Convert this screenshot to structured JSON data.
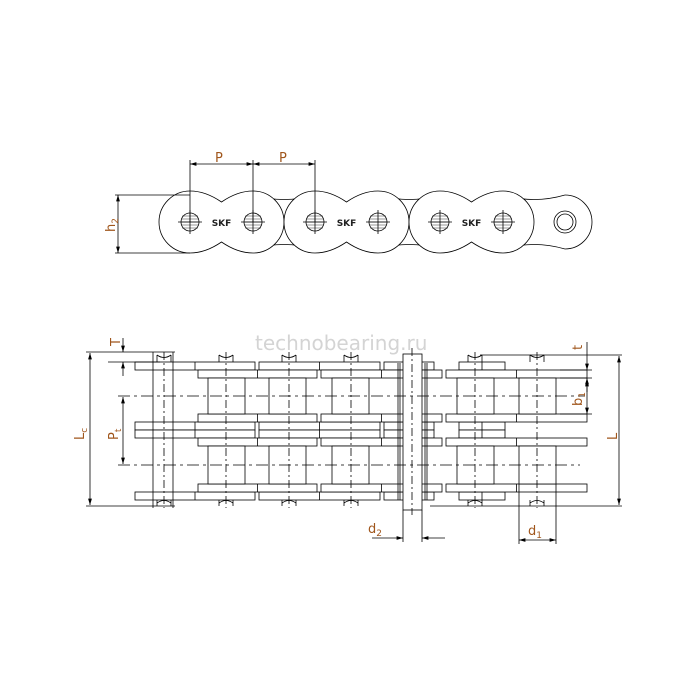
{
  "side_view": {
    "pitch_label_1": "P",
    "pitch_label_2": "P",
    "height_label": "h",
    "height_label_sub": "2",
    "logo_text": "SKF"
  },
  "top_view": {
    "watermark": "technobearing.ru",
    "labels": {
      "T": "T",
      "Lc": "L",
      "Lc_sub": "c",
      "Pt": "P",
      "Pt_sub": "t",
      "t": "t",
      "b1": "b",
      "b1_sub": "1",
      "L": "L",
      "d2": "d",
      "d2_sub": "2",
      "d1": "d",
      "d1_sub": "1"
    }
  },
  "colors": {
    "line": "#000000",
    "label": "#a0561c"
  }
}
